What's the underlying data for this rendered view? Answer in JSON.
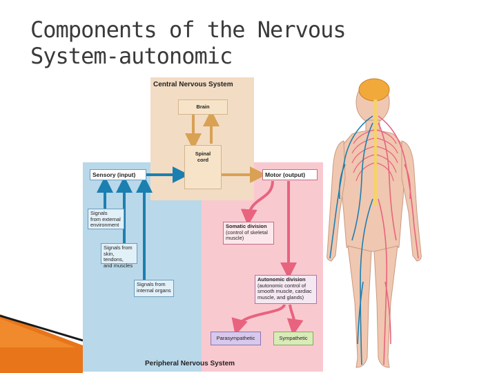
{
  "slide": {
    "title_line1": "Components of the Nervous",
    "title_line2": "System-autonomic"
  },
  "diagram": {
    "cns_title": "Central Nervous System",
    "pns_title": "Peripheral Nervous System",
    "brain": "Brain",
    "spinal_line1": "Spinal",
    "spinal_line2": "cord",
    "sensory": "Sensory (input)",
    "motor": "Motor (output)",
    "signals_external": [
      "Signals",
      "from external",
      "environment"
    ],
    "signals_skin": [
      "Signals from",
      "skin, tendons,",
      "and muscles"
    ],
    "signals_internal": [
      "Signals from",
      "internal organs"
    ],
    "somatic_title": "Somatic division",
    "somatic_desc": [
      "(control of skeletal",
      "muscle)"
    ],
    "autonomic_title": "Autonomic division",
    "autonomic_desc": [
      "(autonomic control of",
      "smooth muscle, cardiac",
      "muscle, and glands)"
    ],
    "parasympathetic": "Parasympathetic",
    "sympathetic": "Sympathetic"
  },
  "colors": {
    "cns": "#f2dcc4",
    "pns_sensory": "#b9d8ea",
    "pns_motor": "#f9c9d0",
    "sensory_arrow": "#1b7fb0",
    "motor_arrow": "#e8637e",
    "cns_arrow": "#d9a154"
  },
  "icons": {
    "body": "human-body-nervous-system-icon",
    "corner": "corner-decoration-icon"
  }
}
